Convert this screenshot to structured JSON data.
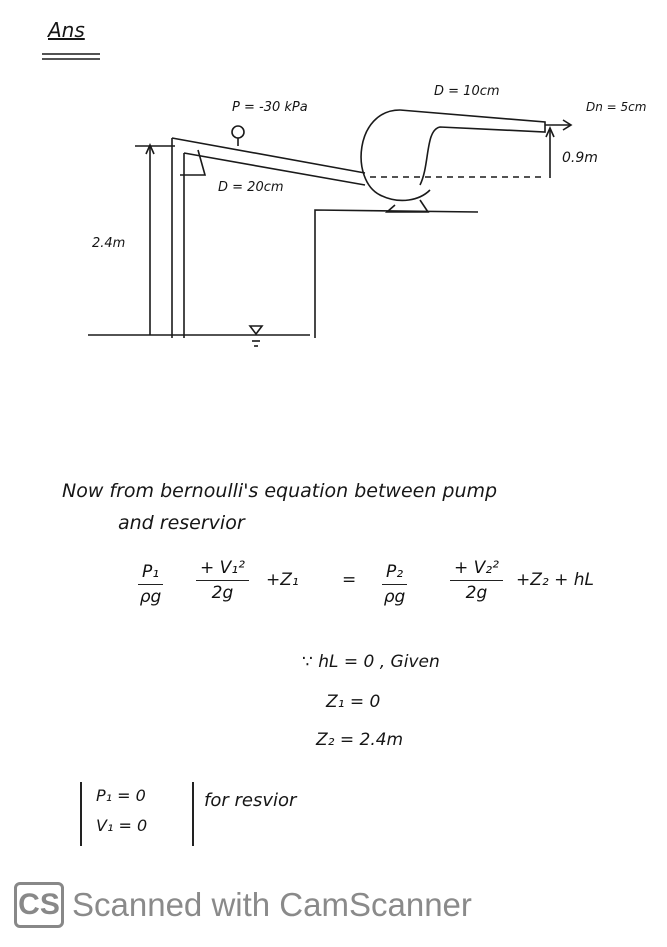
{
  "heading": "Ans",
  "diagram": {
    "gauge_pressure": "P = -30 kPa",
    "suction_diameter": "D = 20cm",
    "delivery_diameter": "D = 10cm",
    "nozzle_diameter": "Dn = 5cm",
    "nozzle_height": "0.9m",
    "suction_height": "2.4m"
  },
  "text": {
    "line1": "Now from bernoulli's equation between pump",
    "line2": "and reservior"
  },
  "equation": {
    "lhs_p_num": "P₁",
    "lhs_p_den": "ρg",
    "lhs_v_num": "+ V₁²",
    "lhs_v_den": "2g",
    "lhs_z": "+Z₁",
    "equals": "=",
    "rhs_p_num": "P₂",
    "rhs_p_den": "ρg",
    "rhs_v_num": "+ V₂²",
    "rhs_v_den": "2g",
    "rhs_rest": "+Z₂ + hL"
  },
  "givens": {
    "hl": "∵ hL = 0 , Given",
    "z1": "Z₁ = 0",
    "z2": "Z₂ = 2.4m"
  },
  "bracket": {
    "p1": "P₁ = 0",
    "v1": "V₁ = 0",
    "note": "for resvior"
  },
  "watermark": {
    "logo": "CS",
    "text": "Scanned with CamScanner"
  }
}
